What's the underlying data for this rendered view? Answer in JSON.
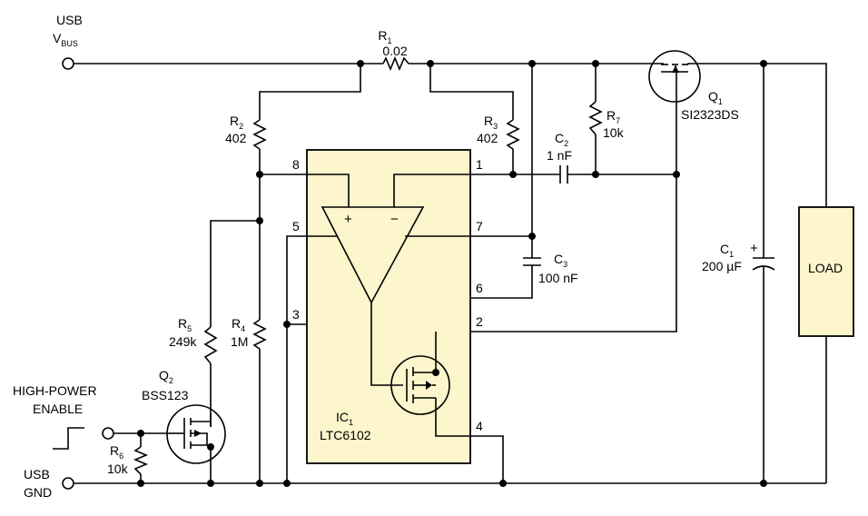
{
  "colors": {
    "ic_fill": "#fdf5cc",
    "load_fill": "#fdf5cc",
    "line": "#000000"
  },
  "labels": {
    "usb_vbus_1": "USB",
    "usb_vbus_2": "V",
    "usb_vbus_sub": "BUS",
    "usb_gnd_1": "USB",
    "usb_gnd_2": "GND",
    "hp_enable_1": "HIGH-POWER",
    "hp_enable_2": "ENABLE",
    "load": "LOAD"
  },
  "components": {
    "r1": {
      "ref": "R",
      "sub": "1",
      "value": "0.02"
    },
    "r2": {
      "ref": "R",
      "sub": "2",
      "value": "402"
    },
    "r3": {
      "ref": "R",
      "sub": "3",
      "value": "402"
    },
    "r4": {
      "ref": "R",
      "sub": "4",
      "value": "1M"
    },
    "r5": {
      "ref": "R",
      "sub": "5",
      "value": "249k"
    },
    "r6": {
      "ref": "R",
      "sub": "6",
      "value": "10k"
    },
    "r7": {
      "ref": "R",
      "sub": "7",
      "value": "10k"
    },
    "c1": {
      "ref": "C",
      "sub": "1",
      "value": "200 µF"
    },
    "c2": {
      "ref": "C",
      "sub": "2",
      "value": "1 nF"
    },
    "c3": {
      "ref": "C",
      "sub": "3",
      "value": "100 nF"
    },
    "q1": {
      "ref": "Q",
      "sub": "1",
      "value": "SI2323DS"
    },
    "q2": {
      "ref": "Q",
      "sub": "2",
      "value": "BSS123"
    },
    "ic1": {
      "ref": "IC",
      "sub": "1",
      "value": "LTC6102"
    }
  },
  "ic_pins": {
    "p1": "1",
    "p2": "2",
    "p3": "3",
    "p4": "4",
    "p5": "5",
    "p6": "6",
    "p7": "7",
    "p8": "8"
  },
  "opamp_signs": {
    "plus": "+",
    "minus": "−"
  },
  "c1_polarity": "+"
}
